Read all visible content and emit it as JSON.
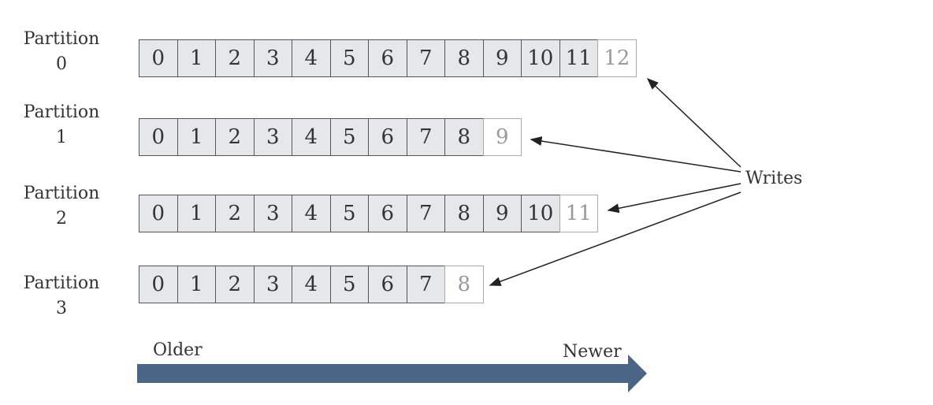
{
  "partitions": [
    {
      "label_line1": "Partition",
      "label_line2": "0",
      "offsets": [
        "0",
        "1",
        "2",
        "3",
        "4",
        "5",
        "6",
        "7",
        "8",
        "9",
        "10",
        "11"
      ],
      "next_offset": "12"
    },
    {
      "label_line1": "Partition",
      "label_line2": "1",
      "offsets": [
        "0",
        "1",
        "2",
        "3",
        "4",
        "5",
        "6",
        "7",
        "8"
      ],
      "next_offset": "9"
    },
    {
      "label_line1": "Partition",
      "label_line2": "2",
      "offsets": [
        "0",
        "1",
        "2",
        "3",
        "4",
        "5",
        "6",
        "7",
        "8",
        "9",
        "10"
      ],
      "next_offset": "11"
    },
    {
      "label_line1": "Partition",
      "label_line2": "3",
      "offsets": [
        "0",
        "1",
        "2",
        "3",
        "4",
        "5",
        "6",
        "7"
      ],
      "next_offset": "8"
    }
  ],
  "writes_label": "Writes",
  "timeline": {
    "older_label": "Older",
    "newer_label": "Newer",
    "color": "#4a6585"
  },
  "colors": {
    "cell_fill": "#e5e7ea",
    "cell_border": "#555555",
    "new_cell_text": "#999999"
  }
}
